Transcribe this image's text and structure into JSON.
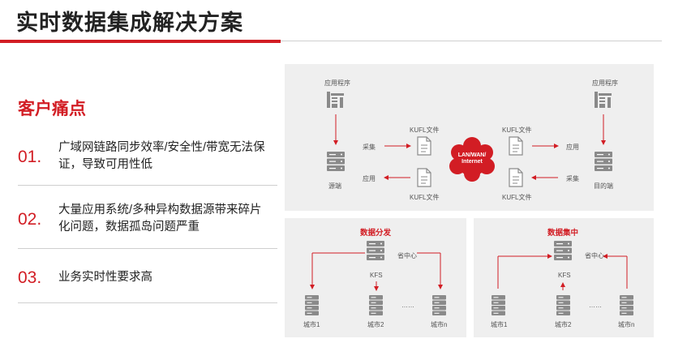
{
  "header": {
    "title": "实时数据集成解决方案"
  },
  "pain_points": {
    "heading": "客户痛点",
    "items": [
      {
        "num": "01.",
        "text": "广域网链路同步效率/安全性/带宽无法保证，导致可用性低"
      },
      {
        "num": "02.",
        "text": "大量应用系统/多种异构数据源带来碎片化问题，数据孤岛问题严重"
      },
      {
        "num": "03.",
        "text": "业务实时性要求高"
      }
    ]
  },
  "diagram": {
    "top": {
      "app_left": "应用程序",
      "app_right": "应用程序",
      "source_label": "源端",
      "target_label": "目的端",
      "collect_left": "采集",
      "apply_left": "应用",
      "apply_right": "应用",
      "collect_right": "采集",
      "kufl_tl": "KUFL文件",
      "kufl_bl": "KUFL文件",
      "kufl_tr": "KUFL文件",
      "kufl_br": "KUFL文件",
      "cloud_line1": "LAN/WAN/",
      "cloud_line2": "Internet"
    },
    "distribution": {
      "title": "数据分发",
      "center": "省中心",
      "kfs": "KFS",
      "city1": "城市1",
      "city2": "城市2",
      "cityn": "城市n",
      "dots": "……"
    },
    "collection": {
      "title": "数据集中",
      "center": "省中心",
      "kfs": "KFS",
      "city1": "城市1",
      "city2": "城市2",
      "cityn": "城市n",
      "dots": "……"
    }
  },
  "colors": {
    "accent": "#d21d24",
    "panel": "#efefef",
    "icon": "#8a8a8a"
  }
}
